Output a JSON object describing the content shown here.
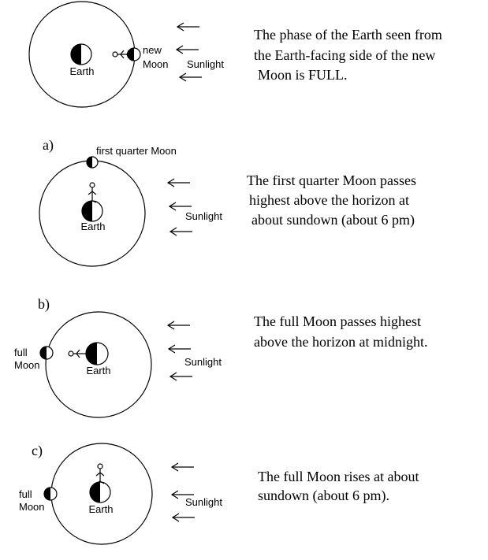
{
  "panels": [
    {
      "letter": "",
      "moon_label": [
        "new",
        "Moon"
      ],
      "earth_label": "Earth",
      "sun_label": "Sunlight",
      "caption": [
        "The phase of the Earth seen from",
        "the Earth-facing side of the new",
        "Moon is FULL."
      ]
    },
    {
      "letter": "a)",
      "moon_label": [
        "first quarter Moon"
      ],
      "earth_label": "Earth",
      "sun_label": "Sunlight",
      "caption": [
        "The first quarter Moon passes",
        "highest above the horizon at",
        "about sundown (about 6 pm)"
      ]
    },
    {
      "letter": "b)",
      "moon_label": [
        "full",
        "Moon"
      ],
      "earth_label": "Earth",
      "sun_label": "Sunlight",
      "caption": [
        "The full Moon passes highest",
        "above the horizon at midnight."
      ]
    },
    {
      "letter": "c)",
      "moon_label": [
        "full",
        "Moon"
      ],
      "earth_label": "Earth",
      "sun_label": "Sunlight",
      "caption": [
        "The full Moon rises at about",
        "sundown (about 6 pm)."
      ]
    }
  ]
}
